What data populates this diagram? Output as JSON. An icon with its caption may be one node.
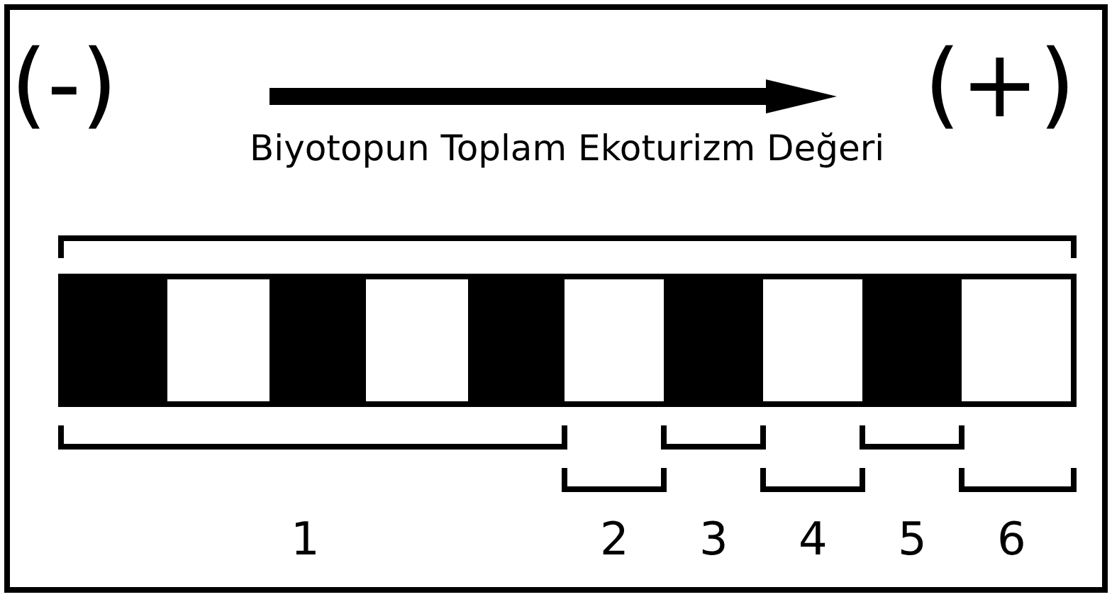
{
  "diagram": {
    "labels": [
      "(-)",
      "(+)",
      "Biyotopun Toplam Ekoturizm Değeri",
      "1",
      "2",
      "3",
      "4",
      "5",
      "6"
    ]
  }
}
